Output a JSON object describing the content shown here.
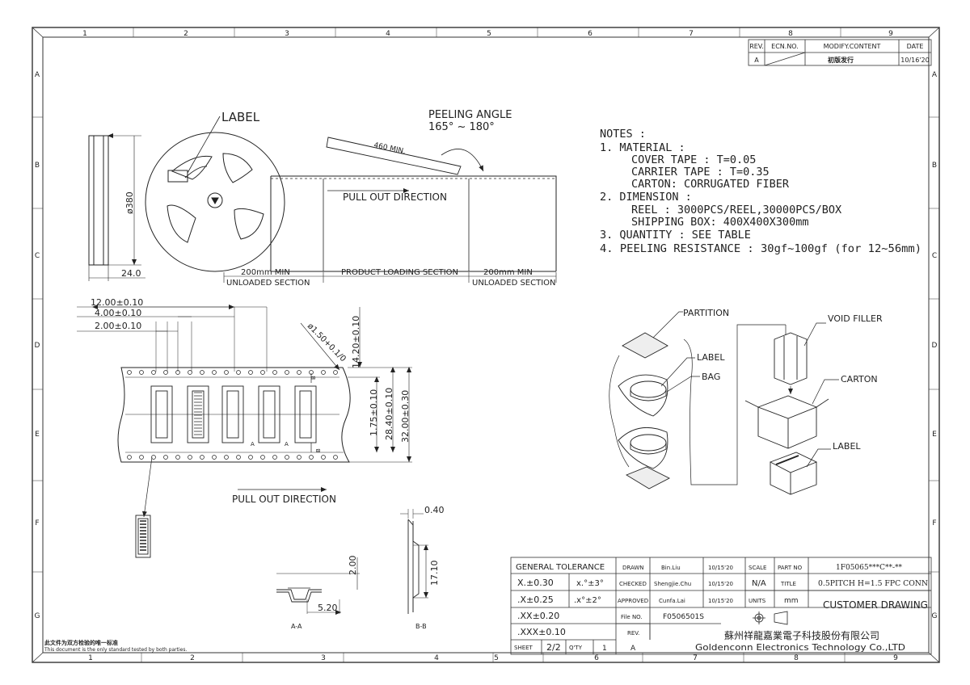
{
  "frame": {
    "top_zone_numbers": [
      "1",
      "2",
      "3",
      "4",
      "5",
      "6",
      "7",
      "8",
      "9"
    ],
    "bottom_zone_numbers": [
      "1",
      "2",
      "3",
      "4",
      "5",
      "6",
      "7",
      "8",
      "9"
    ],
    "side_zone_letters": [
      "A",
      "B",
      "C",
      "D",
      "E",
      "F",
      "G"
    ]
  },
  "revision_block": {
    "headers": [
      "REV.",
      "ECN.NO.",
      "MODIFY.CONTENT",
      "DATE"
    ],
    "rows": [
      [
        "A",
        "",
        "初版发行",
        "10/16'20"
      ]
    ]
  },
  "notes": {
    "lines": [
      "NOTES :",
      "1. MATERIAL :",
      "COVER TAPE :  T=0.05",
      "CARRIER TAPE : T=0.35",
      "CARTON: CORRUGATED FIBER",
      "2. DIMENSION :",
      "REEL : 3000PCS/REEL,30000PCS/BOX",
      "SHIPPING BOX: 400X400X300mm",
      "3. QUANTITY : SEE TABLE",
      "4. PEELING RESISTANCE : 30gf~100gf (for 12~56mm)"
    ]
  },
  "reel_view": {
    "label_callout": "LABEL",
    "diameter": "ø380",
    "width": "24.0",
    "peeling_angle_title": "PEELING ANGLE",
    "peeling_angle_range": "165° ~ 180°",
    "tape_length": "460 MIN.",
    "pull_direction": "PULL OUT DIRECTION",
    "sec1_len": "200mm MIN",
    "sec1_name": "UNLOADED SECTION",
    "sec2_name": "PRODUCT LOADING SECTION",
    "sec3_len": "200mm MIN",
    "sec3_name": "UNLOADED SECTION"
  },
  "tape_view": {
    "pitch": "12.00±0.10",
    "hole_pitch": "4.00±0.10",
    "hole_offset": "2.00±0.10",
    "hole_dia": "ø1.50+0.1/0",
    "dim_14_20": "14.20±0.10",
    "dim_1_75": "1.75±0.10",
    "dim_28_40": "28.40±0.10",
    "dim_32_00": "32.00±0.30",
    "pull_direction": "PULL OUT DIRECTION",
    "sec_a": "A",
    "sec_b": "B"
  },
  "sections": {
    "aa_height": "2.00",
    "aa_width": "5.20",
    "aa_label": "A-A",
    "bb_thickness": "0.40",
    "bb_height": "17.10",
    "bb_label": "B-B"
  },
  "packaging": {
    "partition": "PARTITION",
    "label1": "LABEL",
    "bag": "BAG",
    "void_filler": "VOID FILLER",
    "carton": "CARTON",
    "label2": "LABEL"
  },
  "title_block": {
    "gen_tol": "GENERAL TOLERANCE",
    "tol_x": "X.±0.30",
    "tol_ang1": "x.°±3°",
    "tol_xx": ".X±0.25",
    "tol_ang2": ".x°±2°",
    "tol_xxx": ".XX±0.20",
    "tol_xxxx": ".XXX±0.10",
    "drawn_label": "DRAWN",
    "drawn_name": "Bin.Liu",
    "drawn_date": "10/15'20",
    "checked_label": "CHECKED",
    "checked_name": "Shengjie.Chu",
    "checked_date": "10/15'20",
    "approved_label": "APPROVED",
    "approved_name": "Cunfa.Lai",
    "approved_date": "10/15'20",
    "scale_label": "SCALE",
    "scale_value": "N/A",
    "units_label": "UNITS",
    "units_value": "mm",
    "part_no_label": "PART NO",
    "part_no_value": "1F05065***C**-**",
    "title_label": "TITLE",
    "title_value": "0.5PITCH H=1.5 FPC CONN",
    "doc_type": "CUSTOMER DRAWING",
    "file_no_label": "File NO.",
    "file_no_value": "F0506501S",
    "rev_label": "REV.",
    "rev_value": "A",
    "sheet_label": "SHEET",
    "sheet_value": "2/2",
    "qty_label": "Q'TY",
    "qty_value": "1",
    "company_cn": "蘇州祥龍嘉業電子科技股份有限公司",
    "company_en": "Goldenconn Electronics Technology Co.,LTD"
  },
  "footer": {
    "note_cn": "此文件为双方检验的唯一标准",
    "note_en": "This document is the only standard tested by both parties."
  }
}
